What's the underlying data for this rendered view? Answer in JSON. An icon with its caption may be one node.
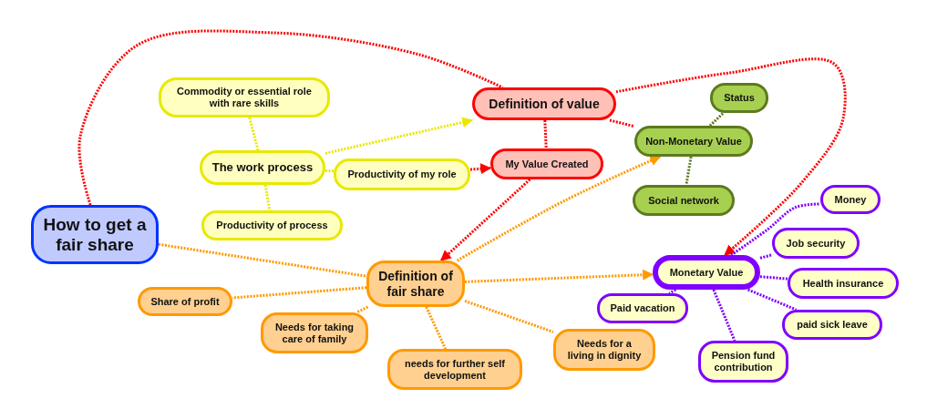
{
  "diagram": {
    "nodes": [
      {
        "text": [
          "How to get a fair share"
        ]
      },
      {
        "text": [
          "Commodity or essential role with rare skills"
        ]
      },
      {
        "text": [
          "The work process"
        ]
      },
      {
        "text": [
          "Productivity of process"
        ]
      },
      {
        "text": [
          "Productivity of my role"
        ]
      },
      {
        "text": [
          "Definition of value"
        ]
      },
      {
        "text": [
          "My Value Created"
        ]
      },
      {
        "text": [
          "Non-Monetary Value"
        ]
      },
      {
        "text": [
          "Status"
        ]
      },
      {
        "text": [
          "Social network"
        ]
      },
      {
        "text": [
          "Definition of fair share"
        ]
      },
      {
        "text": [
          "Share of profit"
        ]
      },
      {
        "text": [
          "Needs for taking care of family"
        ]
      },
      {
        "text": [
          "needs for further self development"
        ]
      },
      {
        "text": [
          "Needs for a living in dignity"
        ]
      },
      {
        "text": [
          "Monetary Value"
        ]
      },
      {
        "text": [
          "Money"
        ]
      },
      {
        "text": [
          "Job security"
        ]
      },
      {
        "text": [
          "Health insurance"
        ]
      },
      {
        "text": [
          "paid sick leave"
        ]
      },
      {
        "text": [
          "Paid vacation"
        ]
      },
      {
        "text": [
          "Pension fund contribution"
        ]
      }
    ],
    "edges": [
      {
        "from": 0,
        "to": 5,
        "arrow": "none",
        "color": "#ff0000"
      },
      {
        "from": 0,
        "to": 10,
        "arrow": "none"
      },
      {
        "from": 2,
        "to": 1,
        "arrow": "none",
        "color": "#e8e800"
      },
      {
        "from": 2,
        "to": 3,
        "arrow": "none",
        "color": "#e8e800"
      },
      {
        "from": 2,
        "to": 5,
        "arrow": "to",
        "color": "#e8e800"
      },
      {
        "from": 2,
        "to": 4,
        "arrow": "none",
        "color": "#e8e800"
      },
      {
        "from": 4,
        "to": 6,
        "arrow": "to",
        "color": "#ff0000"
      },
      {
        "from": 5,
        "to": 6,
        "arrow": "none",
        "color": "#ff0000"
      },
      {
        "from": 5,
        "to": 7,
        "arrow": "none",
        "color": "#ff0000"
      },
      {
        "from": 5,
        "to": 15,
        "arrow": "to",
        "color": "#ff0000"
      },
      {
        "from": 6,
        "to": 10,
        "arrow": "to",
        "color": "#ff0000"
      },
      {
        "from": 10,
        "to": 7,
        "arrow": "to"
      },
      {
        "from": 10,
        "to": 15,
        "arrow": "to"
      },
      {
        "from": 7,
        "to": 8,
        "arrow": "none",
        "color": "#5c7a1e"
      },
      {
        "from": 7,
        "to": 9,
        "arrow": "none",
        "color": "#5c7a1e"
      },
      {
        "from": 10,
        "to": 11,
        "arrow": "none"
      },
      {
        "from": 10,
        "to": 12,
        "arrow": "none"
      },
      {
        "from": 10,
        "to": 13,
        "arrow": "none"
      },
      {
        "from": 10,
        "to": 14,
        "arrow": "none"
      },
      {
        "from": 15,
        "to": 16,
        "arrow": "none",
        "color": "#8000ff"
      },
      {
        "from": 15,
        "to": 17,
        "arrow": "none",
        "color": "#8000ff"
      },
      {
        "from": 15,
        "to": 18,
        "arrow": "none",
        "color": "#8000ff"
      },
      {
        "from": 15,
        "to": 19,
        "arrow": "none",
        "color": "#8000ff"
      },
      {
        "from": 15,
        "to": 20,
        "arrow": "none",
        "color": "#8000ff"
      },
      {
        "from": 15,
        "to": 21,
        "arrow": "none",
        "color": "#8000ff"
      }
    ]
  }
}
